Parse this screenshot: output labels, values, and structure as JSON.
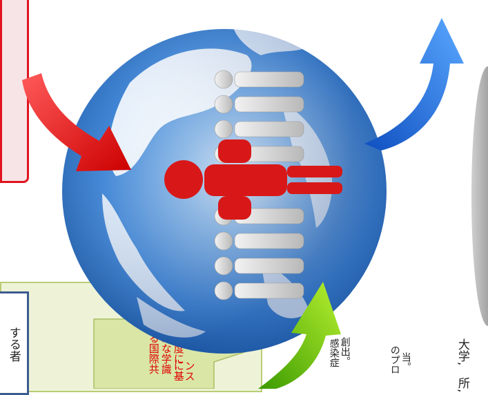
{
  "left_green_panel": {
    "blue_box_text": "する者",
    "callout_red_lines": [
      "高度に",
      "かな学識",
      "る国際共",
      "",
      "ンスに基"
    ]
  },
  "right_text_lines": [
    "創出。",
    "感染症",
    "",
    "当。",
    "のプロ",
    "",
    "大学,",
    "所,"
  ],
  "colors": {
    "globe_blue": "#2f7fd6",
    "red_arrow": "#e60000",
    "blue_arrow": "#1a6fe0",
    "green_arrow": "#6cc000",
    "red_figure": "#d81818",
    "pink_box_border": "#e0141e",
    "green_panel": "#eef3d8"
  }
}
